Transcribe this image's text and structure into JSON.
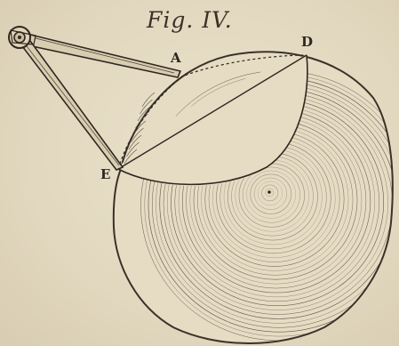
{
  "figure": {
    "title": "Fig. IV.",
    "labels": {
      "a": "A",
      "d": "D",
      "e": "E"
    }
  },
  "colors": {
    "paper": "#e4dac3",
    "ink": "#3a3128"
  }
}
